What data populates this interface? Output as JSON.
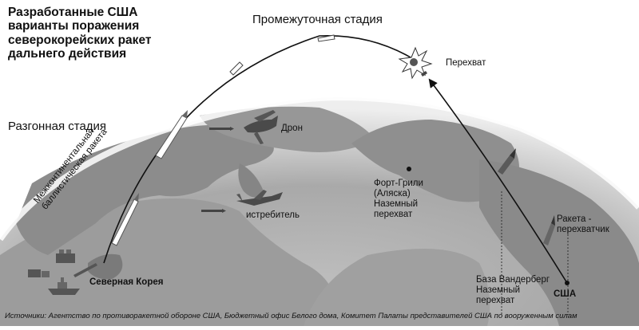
{
  "title": {
    "line1": "Разработанные США",
    "line2": "варианты поражения",
    "line3": "северокорейских ракет",
    "line4": "дальнего действия"
  },
  "stages": {
    "boost": "Разгонная стадия",
    "midcourse": "Промежуточная стадия"
  },
  "labels": {
    "icbm_line1": "Межконтинентальная",
    "icbm_line2": "баллистическая ракета",
    "drone": "Дрон",
    "fighter": "истребитель",
    "intercept": "Перехват",
    "north_korea": "Северная Корея",
    "fort_line1": "Форт-Грили",
    "fort_line2": "(Аляска)",
    "fort_line3": "Наземный",
    "fort_line4": "перехват",
    "interceptor_line1": "Ракета -",
    "interceptor_line2": "перехватчик",
    "vandenberg_line1": "База Вандерберг",
    "vandenberg_line2": "Наземный",
    "vandenberg_line3": "перехват",
    "usa": "США"
  },
  "source": "Источники: Агентство по противоракетной обороне США, Бюджетный офис Белого дома, Комитет Палаты представителей США по вооруженным силам",
  "icons": [
    "missile-icon",
    "drone-icon",
    "fighter-jet-icon",
    "ship-icon",
    "building-icon",
    "explosion-icon",
    "interceptor-icon"
  ]
}
